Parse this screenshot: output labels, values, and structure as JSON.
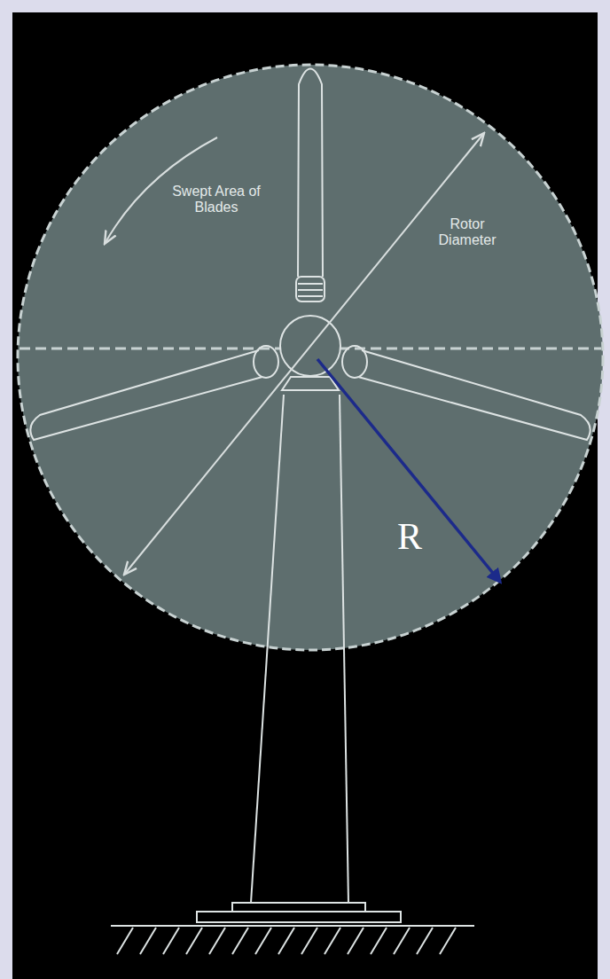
{
  "diagram": {
    "labels": [
      "Swept Area of Blades",
      "Rotor Diameter",
      "R"
    ]
  }
}
